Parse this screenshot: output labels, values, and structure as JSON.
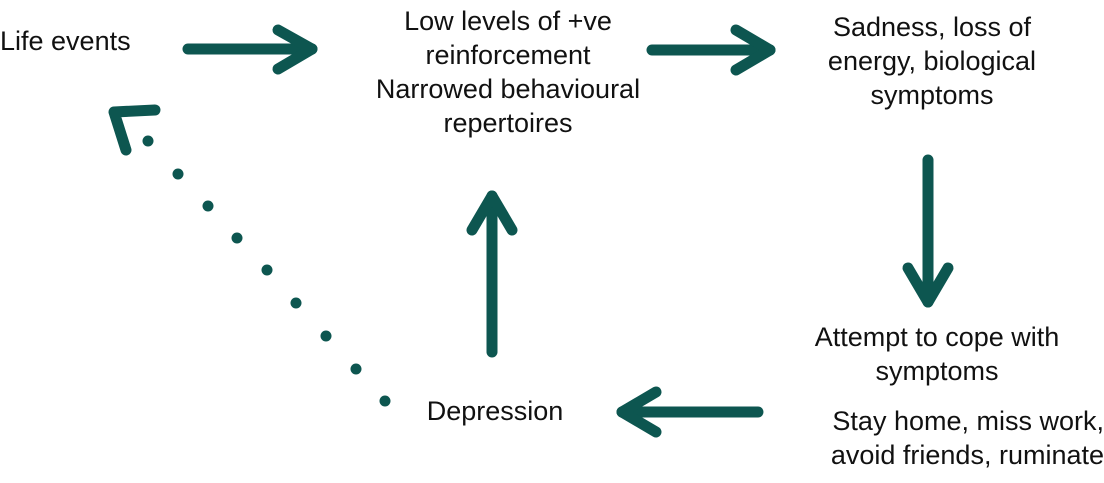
{
  "nodes": {
    "life_events": "Life events",
    "low_levels": [
      "Low levels of +ve",
      "reinforcement",
      "Narrowed behavioural",
      "repertoires"
    ],
    "sadness": [
      "Sadness, loss of",
      "energy, biological",
      "symptoms"
    ],
    "attempt": [
      "Attempt to cope with",
      "symptoms"
    ],
    "stay_home": [
      "Stay home, miss work,",
      "avoid friends, ruminate"
    ],
    "depression": "Depression"
  },
  "edges": [
    {
      "from": "life_events",
      "to": "low_levels",
      "style": "solid"
    },
    {
      "from": "low_levels",
      "to": "sadness",
      "style": "solid"
    },
    {
      "from": "sadness",
      "to": "attempt",
      "style": "solid"
    },
    {
      "from": "stay_home",
      "to": "depression",
      "style": "solid"
    },
    {
      "from": "depression",
      "to": "low_levels",
      "style": "solid"
    },
    {
      "from": "depression",
      "to": "life_events",
      "style": "dotted"
    }
  ],
  "colors": {
    "arrow": "#0d5650",
    "text": "#111111"
  }
}
